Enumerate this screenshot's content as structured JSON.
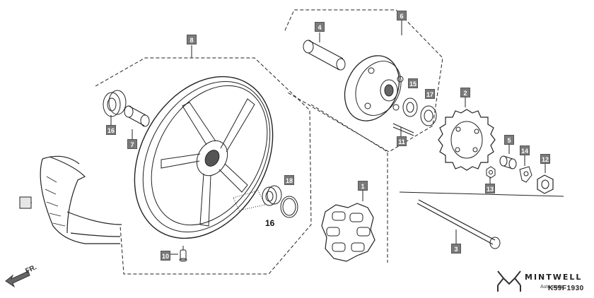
{
  "callouts": {
    "c1": "1",
    "c2": "2",
    "c3": "3",
    "c4": "4",
    "c5": "5",
    "c6": "6",
    "c7": "7",
    "c8": "8",
    "c10": "10",
    "c11": "11",
    "c12": "12",
    "c13": "13",
    "c14": "14",
    "c15": "15",
    "c16a": "16",
    "c16b": "16",
    "c17": "17",
    "c18": "18"
  },
  "front_marker": "FR.",
  "diagram_code": "K59F1930",
  "watermark": {
    "brand": "MINTWELL",
    "tagline": "Auto parts"
  },
  "colors": {
    "callout_bg": "#7a7a7a",
    "line": "#222222"
  }
}
